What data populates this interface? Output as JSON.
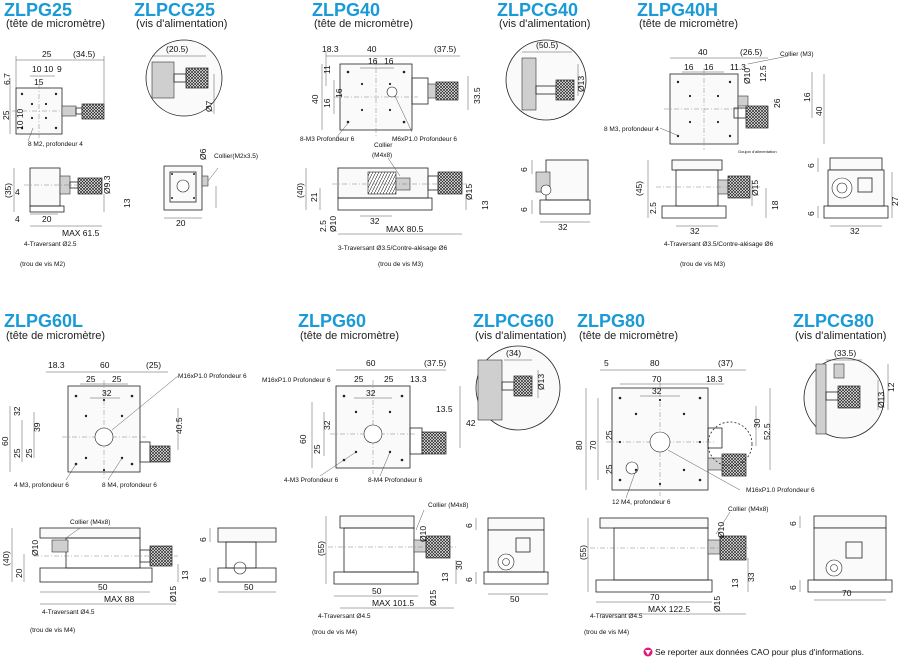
{
  "models": {
    "zlpg25": {
      "name": "ZLPG25",
      "sub": "(tête de micromètre)"
    },
    "zlpcg25": {
      "name": "ZLPCG25",
      "sub": "(vis d'alimentation)"
    },
    "zlpg40": {
      "name": "ZLPG40",
      "sub": "(tête de micromètre)"
    },
    "zlpcg40": {
      "name": "ZLPCG40",
      "sub": "(vis d'alimentation)"
    },
    "zlpg40h": {
      "name": "ZLPG40H",
      "sub": "(tête de micromètre)"
    },
    "zlpg60l": {
      "name": "ZLPG60L",
      "sub": "(tête de micromètre)"
    },
    "zlpg60": {
      "name": "ZLPG60",
      "sub": "(tête de micromètre)"
    },
    "zlpcg60": {
      "name": "ZLPCG60",
      "sub": "(vis d'alimentation)"
    },
    "zlpg80": {
      "name": "ZLPG80",
      "sub": "(tête de micromètre)"
    },
    "zlpcg80": {
      "name": "ZLPCG80",
      "sub": "(vis d'alimentation)"
    }
  },
  "d25": {
    "w25": "25",
    "w345": "(34.5)",
    "a1010": "10 10",
    "a9": "9",
    "a15": "15",
    "a67": "6.7",
    "a25v": "25",
    "a1010v": "10 10",
    "holes": "8 M2, profondeur 4",
    "a35": "(35)",
    "a4a": "4",
    "a4b": "4",
    "a20": "20",
    "a93": "Ø9.3",
    "a13": "13",
    "max": "MAX 61.5",
    "thru": "4-Traversant Ø2.5",
    "screw": "(trou de vis M2)"
  },
  "c25": {
    "a205": "(20.5)",
    "a7": "Ø7",
    "a6": "Ø6",
    "collar": "Collier(M2x3.5)",
    "a20": "20"
  },
  "d40": {
    "a183": "18.3",
    "a40": "40",
    "a375": "(37.5)",
    "a16a": "16",
    "a16b": "16",
    "a11": "11",
    "a40v": "40",
    "a16c": "16",
    "a16d": "16",
    "a335": "33.5",
    "holes": "8-M3 Profondeur 6",
    "thread": "M6xP1.0 Profondeur 6",
    "collar": "Collier",
    "collar2": "(M4x8)",
    "a40p": "(40)",
    "a21": "21",
    "a25": "2.5",
    "a10": "Ø10",
    "a15": "Ø15",
    "a13": "13",
    "a32": "32",
    "max": "MAX 80.5",
    "thru": "3-Traversant Ø3.5/Contre-alésage Ø6",
    "screw": "(trou de vis M3)"
  },
  "c40": {
    "a505": "(50.5)",
    "a13": "Ø13",
    "a6a": "6",
    "a6b": "6",
    "a32": "32"
  },
  "d40h": {
    "a40": "40",
    "a265": "(26.5)",
    "collar": "Collier (M3)",
    "a16a": "16",
    "a16b": "16",
    "a113": "11.3",
    "a10": "Ø10",
    "a125": "12.5",
    "a26": "26",
    "a16v": "16",
    "a40v": "40",
    "holes": "8 M3, profondeur 4",
    "fine": "Goujon d'alimentation",
    "a6a": "6",
    "a6b": "6",
    "a45": "(45)",
    "a25": "2.5",
    "a15": "Ø15",
    "a18": "18",
    "a27": "27",
    "a32": "32",
    "a32b": "32",
    "thru": "4-Traversant Ø3.5/Contre-alésage Ø6",
    "screw": "(trou de vis M3)"
  },
  "d60l": {
    "a183": "18.3",
    "a60": "60",
    "a25p": "(25)",
    "thread": "M16xP1.0 Profondeur 6",
    "a25a": "25",
    "a25b": "25",
    "a32": "32",
    "a60v": "60",
    "a32v": "32",
    "a39": "39",
    "a25v1": "25",
    "a25v2": "25",
    "a405": "40.5",
    "holes1": "4 M3, profondeur 6",
    "holes2": "8 M4, profondeur 6",
    "collar": "Collier (M4x8)",
    "a40p": "(40)",
    "a10": "Ø10",
    "a20": "20",
    "a13": "13",
    "a50": "50",
    "a15": "Ø15",
    "max": "MAX 88",
    "thru": "4-Traversant Ø4.5",
    "screw": "(trou de vis M4)"
  },
  "c60l": {
    "a6a": "6",
    "a6b": "6",
    "a50": "50"
  },
  "d60": {
    "a60": "60",
    "a375": "(37.5)",
    "thread": "M16xP1.0 Profondeur 6",
    "a25a": "25",
    "a25b": "25",
    "a133": "13.3",
    "a32": "32",
    "a135": "13.5",
    "a60v": "60",
    "a25v": "25",
    "a32v": "32",
    "a42": "42",
    "holes1": "4-M3 Profondeur 6",
    "holes2": "8-M4 Profondeur 6",
    "collar": "Collier (M4x8)",
    "a55": "(55)",
    "a10": "Ø10",
    "a30": "30",
    "a13": "13",
    "a50": "50",
    "a15": "Ø15",
    "max": "MAX 101.5",
    "thru": "4-Traversant Ø4.5",
    "screw": "(trou de vis M4)"
  },
  "c60": {
    "a34": "(34)",
    "a13": "Ø13",
    "a6a": "6",
    "a6b": "6",
    "a50": "50"
  },
  "d80": {
    "a5": "5",
    "a80": "80",
    "a37": "(37)",
    "a70": "70",
    "a183": "18.3",
    "a32": "32",
    "a525": "52.5",
    "a30": "30",
    "a25": "25",
    "a80v": "80",
    "a70v": "70",
    "a25v": "25",
    "holes": "12 M4, profondeur 6",
    "thread": "M16xP1.0 Profondeur 6",
    "collar": "Collier (M4x8)",
    "a55": "(55)",
    "a10": "Ø10",
    "a33": "33",
    "a13": "13",
    "a70h": "70",
    "a15": "Ø15",
    "max": "MAX 122.5",
    "thru": "4-Traversant Ø4.5",
    "screw": "(trou de vis M4)"
  },
  "c80": {
    "a335": "(33.5)",
    "a13": "Ø13",
    "a6a": "6",
    "a6b": "6",
    "a70": "70",
    "a12": "12"
  },
  "footer": {
    "note": "Se reporter aux données CAO pour plus d'informations."
  }
}
